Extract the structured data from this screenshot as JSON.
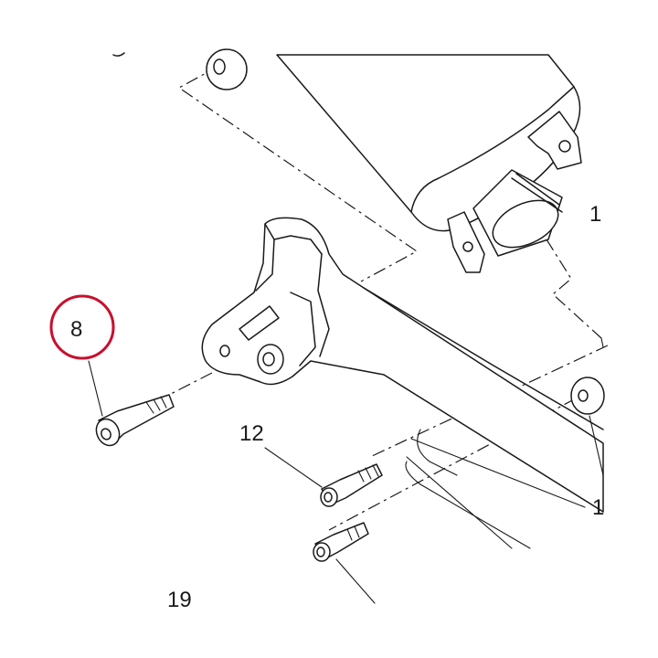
{
  "diagram": {
    "highlight_color": "#c8102e",
    "line_color": "#1a1a1a",
    "callouts": {
      "bolt_top_left": "8",
      "bolt_middle": "12",
      "bottom_left": "19",
      "right_upper": "1",
      "right_lower": "1"
    }
  }
}
